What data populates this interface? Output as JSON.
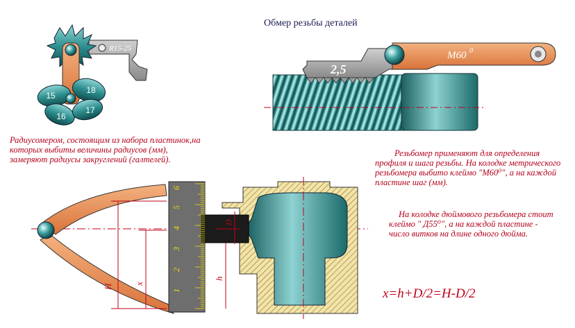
{
  "title": "Обмер резьбы деталей",
  "radius_gauge": {
    "label_plate": "R15-25",
    "blade_numbers": [
      "15",
      "18",
      "16",
      "17"
    ],
    "description": "Радиусомером, состоящим из набора пластинок,на которых выбиты величины радиусов (мм), замеряют радиусы закруглений (галтелей)."
  },
  "thread_gauge": {
    "pitch_label": "2,5",
    "angle_label": "M60",
    "angle_sup": "0",
    "description_1": "Резьбомер применяют для определения профиля и шага резьбы. На колодке метрического резьбомера выбито клеймо \"M60⁰\", а на каждой пластине шаг (мм).",
    "description_2": "На колодке дюймового резьбомера стоит клеймо \" Д55⁰\", а на каждой пластине - число витков на длине одного дюйма."
  },
  "caliper": {
    "scale_numbers": [
      "1",
      "2",
      "3",
      "4",
      "5",
      "6"
    ],
    "dim_H": "H",
    "dim_x": "x",
    "dim_h": "h",
    "dim_D": "D"
  },
  "formula": "x=h+D/2=H-D/2",
  "colors": {
    "orange": "#e4925a",
    "teal": "#2f8c8c",
    "grey_plate": "#9a9a9a",
    "ruler_grey": "#6e6e6e",
    "yellow_marks": "#f0e000",
    "red_text": "#b3001b",
    "cream_hatch": "#f2e4a8"
  }
}
